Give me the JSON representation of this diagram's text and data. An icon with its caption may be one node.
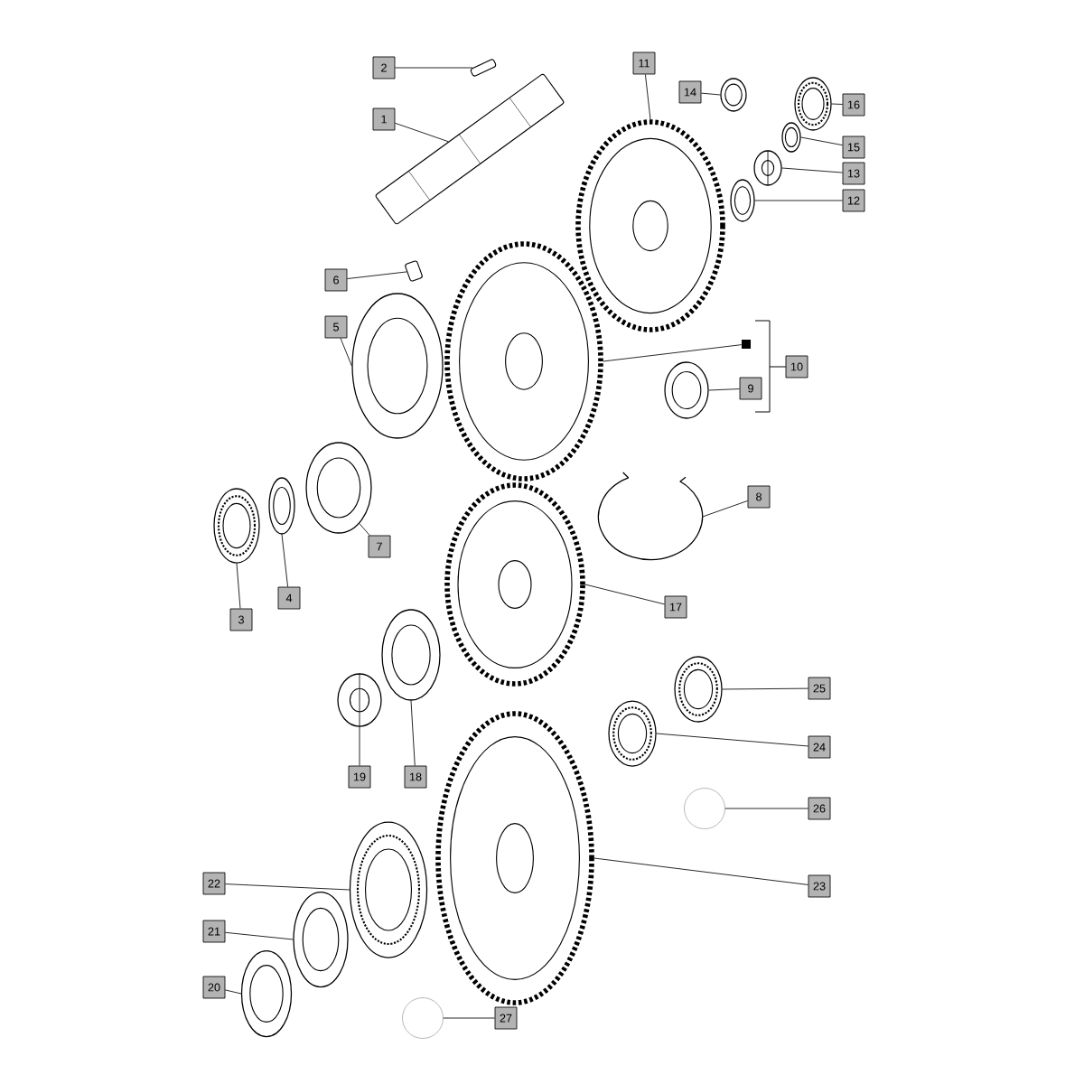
{
  "diagram": {
    "nodes": [
      {
        "text": [
          "1"
        ]
      },
      {
        "text": [
          "2"
        ]
      },
      {
        "text": [
          "3"
        ]
      },
      {
        "text": [
          "4"
        ]
      },
      {
        "text": [
          "5"
        ]
      },
      {
        "text": [
          "6"
        ]
      },
      {
        "text": [
          "7"
        ]
      },
      {
        "text": [
          "8"
        ]
      },
      {
        "text": [
          "9"
        ]
      },
      {
        "text": [
          "10"
        ]
      },
      {
        "text": [
          "11"
        ]
      },
      {
        "text": [
          "12"
        ]
      },
      {
        "text": [
          "13"
        ]
      },
      {
        "text": [
          "14"
        ]
      },
      {
        "text": [
          "15"
        ]
      },
      {
        "text": [
          "16"
        ]
      },
      {
        "text": [
          "17"
        ]
      },
      {
        "text": [
          "18"
        ]
      },
      {
        "text": [
          "19"
        ]
      },
      {
        "text": [
          "20"
        ]
      },
      {
        "text": [
          "21"
        ]
      },
      {
        "text": [
          "22"
        ]
      },
      {
        "text": [
          "23"
        ]
      },
      {
        "text": [
          "24"
        ]
      },
      {
        "text": [
          "25"
        ]
      },
      {
        "text": [
          "26"
        ]
      },
      {
        "text": [
          "27"
        ]
      },
      {
        "text": [],
        "shape": "picture"
      },
      {
        "text": [],
        "shape": "picture"
      },
      {
        "text": [],
        "shape": "picture"
      },
      {
        "text": [],
        "shape": "picture"
      },
      {
        "text": [],
        "shape": "picture"
      },
      {
        "text": [],
        "shape": "picture"
      },
      {
        "text": [],
        "shape": "picture"
      },
      {
        "text": [],
        "shape": "picture"
      },
      {
        "text": [],
        "shape": "picture"
      },
      {
        "text": [],
        "shape": "picture"
      },
      {
        "text": [],
        "shape": "picture"
      },
      {
        "text": [],
        "shape": "picture"
      },
      {
        "text": [],
        "shape": "picture"
      },
      {
        "text": [],
        "shape": "picture"
      },
      {
        "text": [],
        "shape": "picture"
      },
      {
        "text": [],
        "shape": "picture"
      },
      {
        "text": [],
        "shape": "picture"
      },
      {
        "text": [],
        "shape": "picture"
      },
      {
        "text": [],
        "shape": "picture"
      },
      {
        "text": [],
        "shape": "picture"
      },
      {
        "text": [],
        "shape": "picture"
      },
      {
        "text": [],
        "shape": "picture"
      },
      {
        "text": [],
        "shape": "picture"
      },
      {
        "text": [],
        "shape": "picture"
      },
      {
        "text": [],
        "shape": "picture"
      },
      {
        "text": [],
        "shape": "circle"
      },
      {
        "text": [],
        "shape": "circle"
      },
      {
        "text": [],
        "shape": "box"
      }
    ],
    "edges": [
      {
        "from": 0,
        "to": 27,
        "arrow": "none"
      },
      {
        "from": 1,
        "to": 28,
        "arrow": "none"
      },
      {
        "from": 2,
        "to": 29,
        "arrow": "none"
      },
      {
        "from": 3,
        "to": 30,
        "arrow": "none"
      },
      {
        "from": 4,
        "to": 31,
        "arrow": "none"
      },
      {
        "from": 5,
        "to": 32,
        "arrow": "none"
      },
      {
        "from": 6,
        "to": 33,
        "arrow": "none"
      },
      {
        "from": 7,
        "to": 34,
        "arrow": "none"
      },
      {
        "from": 8,
        "to": 35,
        "arrow": "none"
      },
      {
        "from": 54,
        "to": 36,
        "arrow": "none"
      },
      {
        "from": 10,
        "to": 37,
        "arrow": "none"
      },
      {
        "from": 11,
        "to": 38,
        "arrow": "none"
      },
      {
        "from": 12,
        "to": 39,
        "arrow": "none"
      },
      {
        "from": 13,
        "to": 40,
        "arrow": "none"
      },
      {
        "from": 14,
        "to": 41,
        "arrow": "none"
      },
      {
        "from": 15,
        "to": 42,
        "arrow": "none"
      },
      {
        "from": 16,
        "to": 43,
        "arrow": "none"
      },
      {
        "from": 17,
        "to": 44,
        "arrow": "none"
      },
      {
        "from": 18,
        "to": 45,
        "arrow": "none"
      },
      {
        "from": 19,
        "to": 46,
        "arrow": "none"
      },
      {
        "from": 20,
        "to": 47,
        "arrow": "none"
      },
      {
        "from": 21,
        "to": 48,
        "arrow": "none"
      },
      {
        "from": 22,
        "to": 49,
        "arrow": "none"
      },
      {
        "from": 23,
        "to": 50,
        "arrow": "none"
      },
      {
        "from": 24,
        "to": 51,
        "arrow": "none"
      },
      {
        "from": 25,
        "to": 52,
        "arrow": "none"
      },
      {
        "from": 26,
        "to": 53,
        "arrow": "none"
      }
    ]
  }
}
